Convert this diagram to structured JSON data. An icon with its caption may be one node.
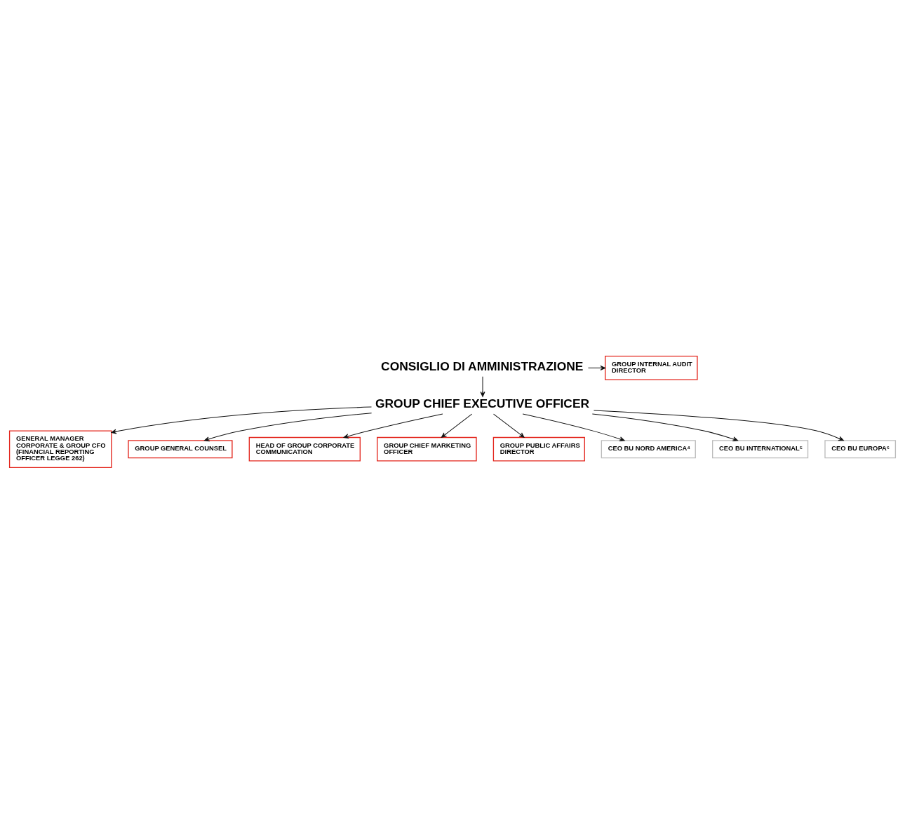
{
  "diagram": {
    "nodes": [
      {
        "text": [
          "CONSIGLIO DI AMMINISTRAZIONE"
        ]
      },
      {
        "text": [
          "GROUP INTERNAL AUDIT DIRECTOR"
        ]
      },
      {
        "text": [
          "GROUP CHIEF EXECUTIVE OFFICER"
        ]
      },
      {
        "text": [
          "GENERAL MANAGER CORPORATE & GROUP CFO (FINANCIAL REPORTING OFFICER LEGGE 262)"
        ]
      },
      {
        "text": [
          "GROUP GENERAL COUNSEL"
        ]
      },
      {
        "text": [
          "HEAD OF GROUP CORPORATE COMMUNICATION"
        ]
      },
      {
        "text": [
          "GROUP CHIEF MARKETING OFFICER"
        ]
      },
      {
        "text": [
          "GROUP PUBLIC AFFAIRS DIRECTOR"
        ]
      },
      {
        "text": [
          "CEO BU NORD AMERICA⁴"
        ]
      },
      {
        "text": [
          "CEO BU INTERNATIONAL⁵"
        ]
      },
      {
        "text": [
          "CEO BU EUROPA⁶"
        ]
      }
    ],
    "edges": [
      {
        "from": 0,
        "to": 1,
        "arrow": "to"
      },
      {
        "from": 0,
        "to": 2,
        "arrow": "to"
      },
      {
        "from": 2,
        "to": 3,
        "arrow": "to"
      },
      {
        "from": 2,
        "to": 4,
        "arrow": "to"
      },
      {
        "from": 2,
        "to": 5,
        "arrow": "to"
      },
      {
        "from": 2,
        "to": 6,
        "arrow": "to"
      },
      {
        "from": 2,
        "to": 7,
        "arrow": "to"
      },
      {
        "from": 2,
        "to": 8,
        "arrow": "to"
      },
      {
        "from": 2,
        "to": 9,
        "arrow": "to"
      },
      {
        "from": 2,
        "to": 10,
        "arrow": "to"
      }
    ]
  }
}
